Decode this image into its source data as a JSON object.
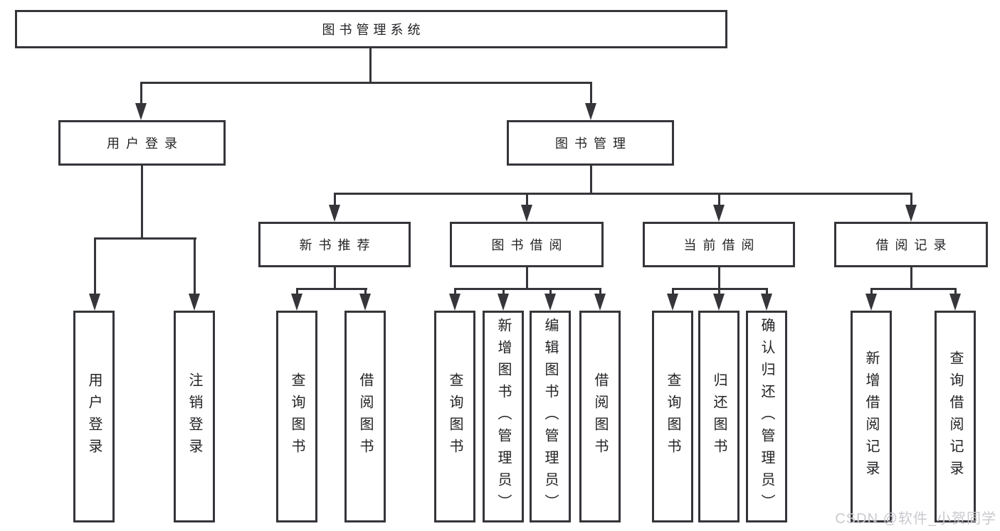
{
  "title": "图书管理系统",
  "watermark": "CSDN @软件_小贺同学",
  "colors": {
    "line": "#35353a",
    "text": "#232326",
    "background": "#ffffff",
    "watermark": "#c9c9cf"
  },
  "tree": {
    "root": {
      "label": "图书管理系统"
    },
    "branches": [
      {
        "label": "用户登录",
        "children": [
          {
            "label": "用户登录"
          },
          {
            "label": "注销登录"
          }
        ]
      },
      {
        "label": "图书管理",
        "children": [
          {
            "label": "新书推荐",
            "children": [
              {
                "label": "查询图书"
              },
              {
                "label": "借阅图书"
              }
            ]
          },
          {
            "label": "图书借阅",
            "children": [
              {
                "label": "查询图书"
              },
              {
                "label": "新增图书（管理员）"
              },
              {
                "label": "编辑图书（管理员）"
              },
              {
                "label": "借阅图书"
              }
            ]
          },
          {
            "label": "当前借阅",
            "children": [
              {
                "label": "查询图书"
              },
              {
                "label": "归还图书"
              },
              {
                "label": "确认归还（管理员）"
              }
            ]
          },
          {
            "label": "借阅记录",
            "children": [
              {
                "label": "新增借阅记录"
              },
              {
                "label": "查询借阅记录"
              }
            ]
          }
        ]
      }
    ]
  }
}
